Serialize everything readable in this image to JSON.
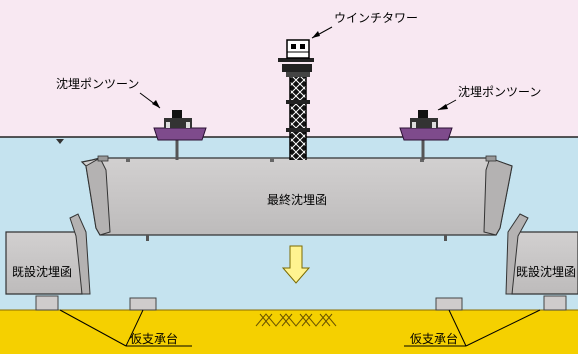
{
  "labels": {
    "winch_tower": "ウインチタワー",
    "pontoon_left": "沈埋ポンツーン",
    "pontoon_right": "沈埋ポンツーン",
    "final_element": "最終沈埋函",
    "existing_left": "既設沈埋函",
    "existing_right": "既設沈埋函",
    "support_left": "仮支承台",
    "support_right": "仮支承台"
  },
  "colors": {
    "sky": "#f8e8f2",
    "water": "#c5e3ef",
    "seabed": "#f5d000",
    "element": "#c8c6c6",
    "pontoon": "#7e4b8c",
    "arrow": "#fff390"
  }
}
